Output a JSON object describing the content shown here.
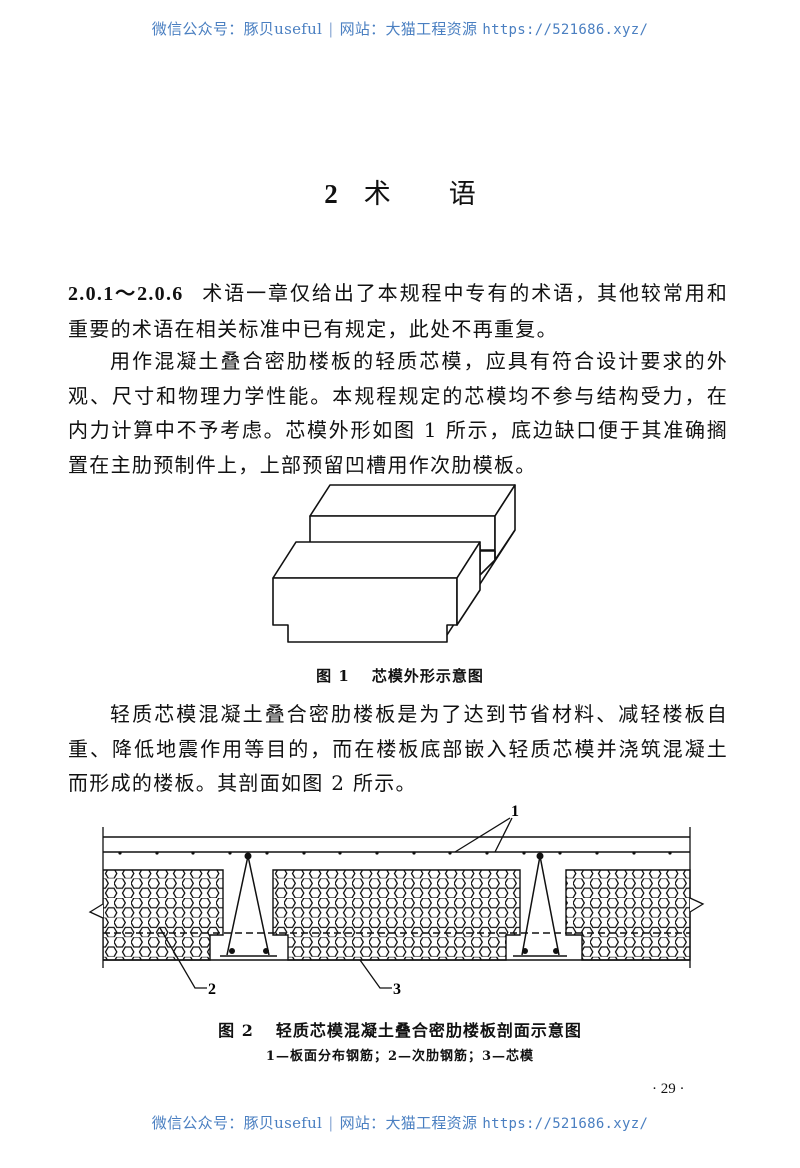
{
  "watermark": {
    "left": "微信公众号：豚贝useful",
    "separator": "|",
    "middle": "网站：大猫工程资源",
    "url": "https://521686.xyz/",
    "color": "#4a7fc1"
  },
  "chapter": {
    "number": "2",
    "title_char_1": "术",
    "title_char_2": "语"
  },
  "paragraphs": {
    "p1": {
      "clause": "2.0.1～2.0.6",
      "text": "术语一章仅给出了本规程中专有的术语，其他较常用和重要的术语在相关标准中已有规定，此处不再重复。"
    },
    "p2": {
      "text": "用作混凝土叠合密肋楼板的轻质芯模，应具有符合设计要求的外观、尺寸和物理力学性能。本规程规定的芯模均不参与结构受力，在内力计算中不予考虑。芯模外形如图 1 所示，底边缺口便于其准确搁置在主肋预制件上，上部预留凹槽用作次肋模板。"
    },
    "p3": {
      "text": "轻质芯模混凝土叠合密肋楼板是为了达到节省材料、减轻楼板自重、降低地震作用等目的，而在楼板底部嵌入轻质芯模并浇筑混凝土而形成的楼板。其剖面如图 2 所示。"
    }
  },
  "figure1": {
    "number": "图 1",
    "caption": "芯模外形示意图"
  },
  "figure2": {
    "number": "图 2",
    "caption": "轻质芯模混凝土叠合密肋楼板剖面示意图",
    "legend": "1—板面分布钢筋；2—次肋钢筋；3—芯模",
    "labels": [
      "1",
      "2",
      "3"
    ]
  },
  "page": {
    "number": "· 29 ·"
  }
}
